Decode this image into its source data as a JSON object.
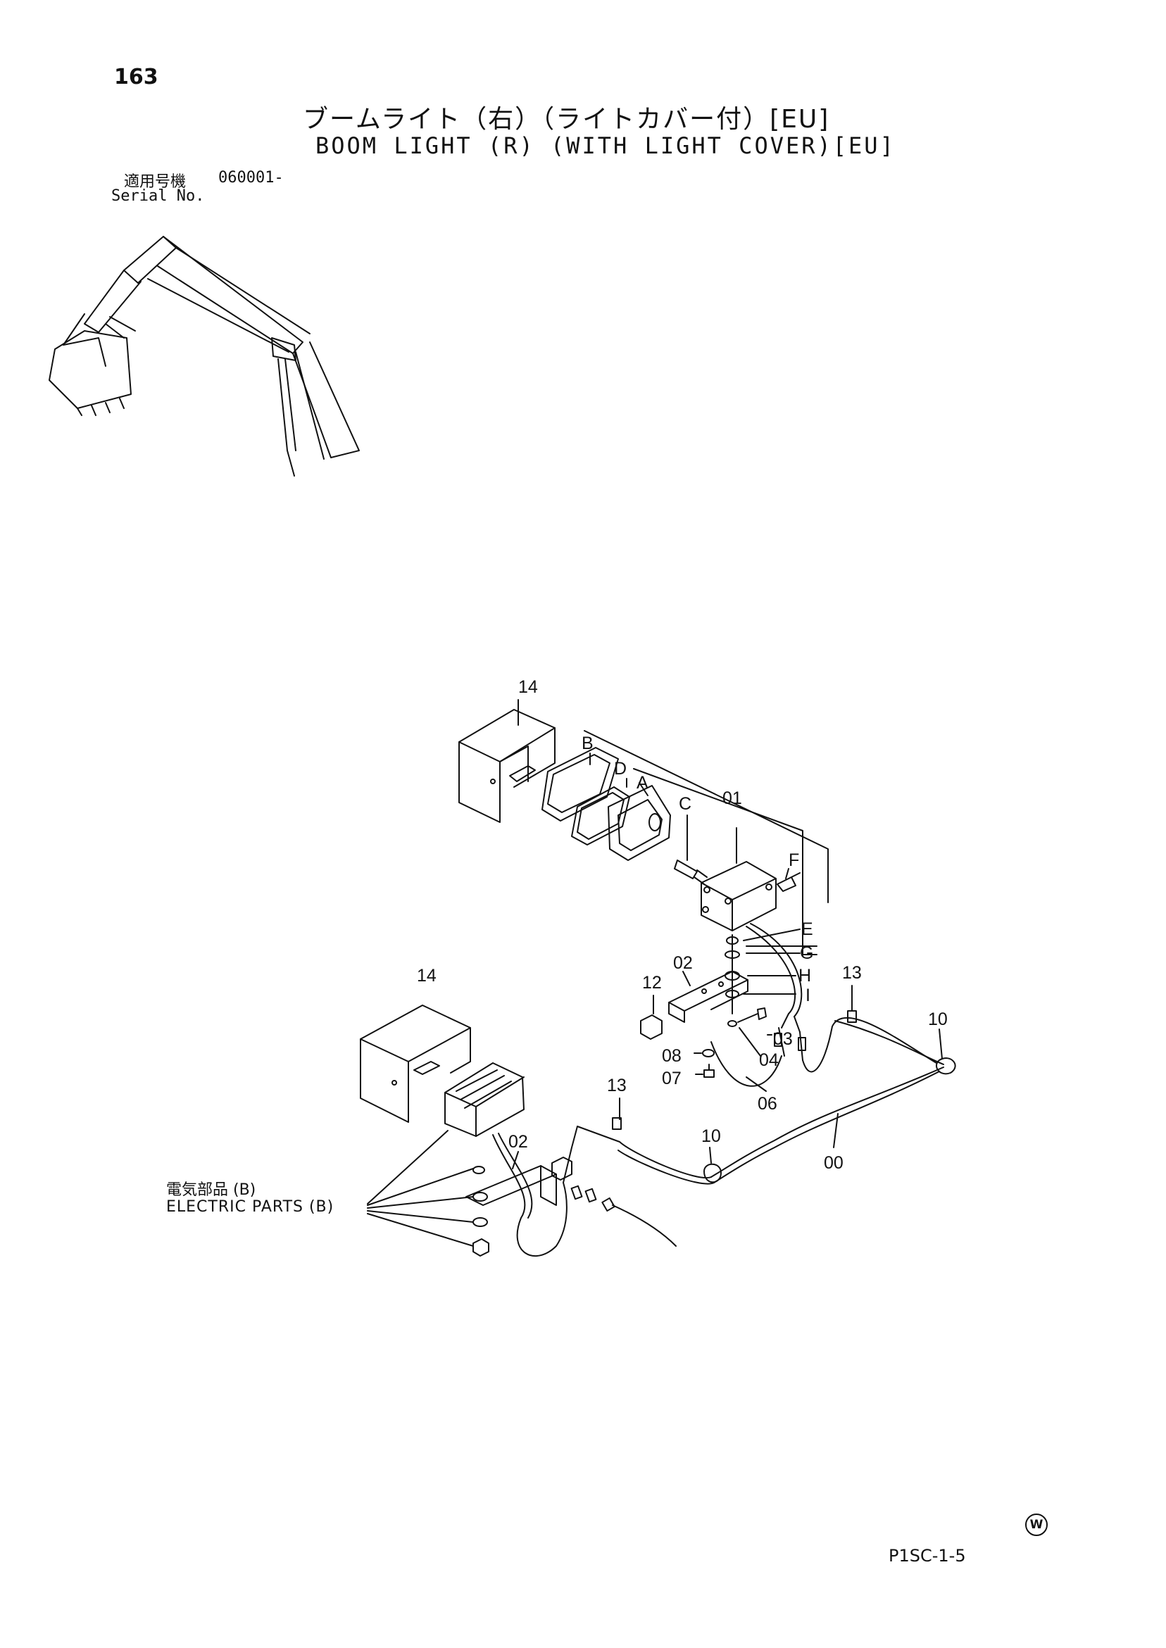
{
  "header": {
    "page_number": "163",
    "title_jp": "ブームライト（右）（ライトカバー付）[EU]",
    "title_en": "BOOM LIGHT (R) (WITH LIGHT COVER)[EU]",
    "serial_label_jp": "適用号機",
    "serial_value": "060001-",
    "serial_label_en": "Serial No."
  },
  "callouts": {
    "c14a": "14",
    "cB": "B",
    "cD": "D",
    "cA": "A",
    "cC": "C",
    "c01": "01",
    "cF": "F",
    "cE": "E",
    "cG": "G",
    "cH": "H",
    "cI": "I",
    "c12": "12",
    "c02a": "02",
    "c13a": "13",
    "c10a": "10",
    "c03": "03",
    "c04": "04",
    "c08": "08",
    "c07": "07",
    "c06": "06",
    "c14b": "14",
    "c13b": "13",
    "c02b": "02",
    "c10b": "10",
    "c00": "00"
  },
  "note": {
    "electric_parts_jp": "電気部品 (B)",
    "electric_parts_en": "ELECTRIC PARTS (B)"
  },
  "footer": {
    "watermark": "W",
    "page_code": "P1SC-1-5"
  }
}
